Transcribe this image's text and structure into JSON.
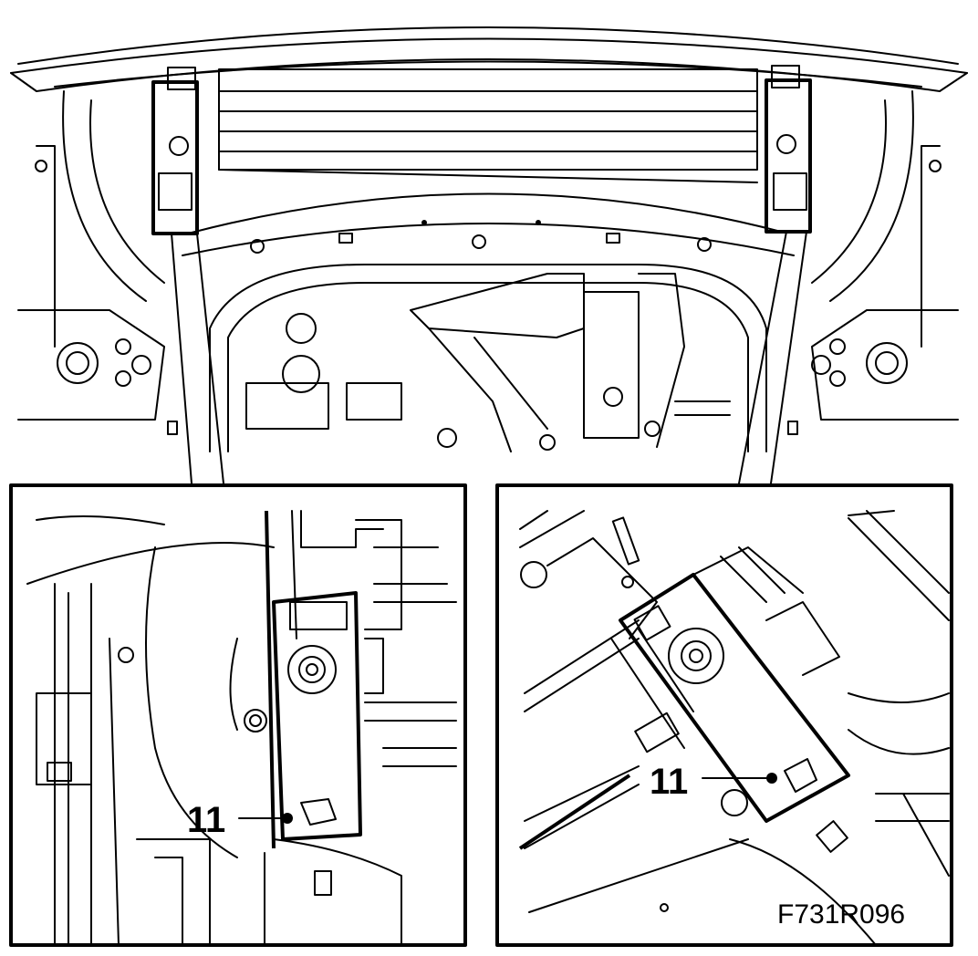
{
  "figure": {
    "code": "F731R096",
    "callouts": {
      "left": "11",
      "right": "11"
    }
  }
}
